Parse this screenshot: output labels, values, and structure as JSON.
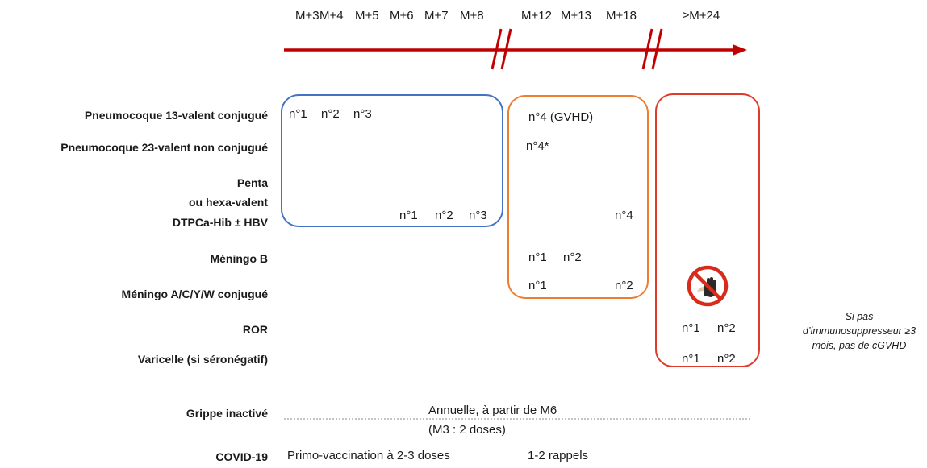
{
  "timeline": {
    "months": [
      "M+3",
      "M+4",
      "M+5",
      "M+6",
      "M+7",
      "M+8",
      "M+12",
      "M+13",
      "M+18",
      "≥M+24"
    ],
    "line_color": "#c00000"
  },
  "boxes": {
    "primary_color": "#4472c4",
    "booster_color": "#ed7d31",
    "late_color": "#e03a2c"
  },
  "vaccines": [
    {
      "label": "Pneumocoque 13-valent conjugué"
    },
    {
      "label": "Pneumocoque 23-valent non conjugué"
    },
    {
      "label_lines": [
        "Penta",
        "ou hexa-valent",
        "DTPCa-Hib ± HBV"
      ]
    },
    {
      "label": "Méningo B"
    },
    {
      "label": "Méningo A/C/Y/W conjugué"
    },
    {
      "label": "ROR"
    },
    {
      "label": "Varicelle (si séronégatif)"
    }
  ],
  "doses": {
    "pneumo13": [
      "n°1",
      "n°2",
      "n°3",
      "n°4 (GVHD)"
    ],
    "pneumo23": [
      "n°4*"
    ],
    "penta": [
      "n°1",
      "n°2",
      "n°3",
      "n°4"
    ],
    "meningo_b": [
      "n°1",
      "n°2"
    ],
    "meningo_acyw": [
      "n°1",
      "n°2"
    ],
    "ror": [
      "n°1",
      "n°2"
    ],
    "varicelle": [
      "n°1",
      "n°2"
    ]
  },
  "contraindication_icon": "stop-hand-icon",
  "note_lines": [
    "Si pas",
    "d’immunosuppresseur ≥3",
    "mois, pas de cGVHD"
  ],
  "grippe": {
    "label": "Grippe inactivé",
    "line1": "Annuelle, à partir de M6",
    "line2": "(M3 : 2 doses)"
  },
  "covid": {
    "label": "COVID-19",
    "primo": "Primo-vaccination à 2-3 doses",
    "rappels": "1-2 rappels"
  }
}
